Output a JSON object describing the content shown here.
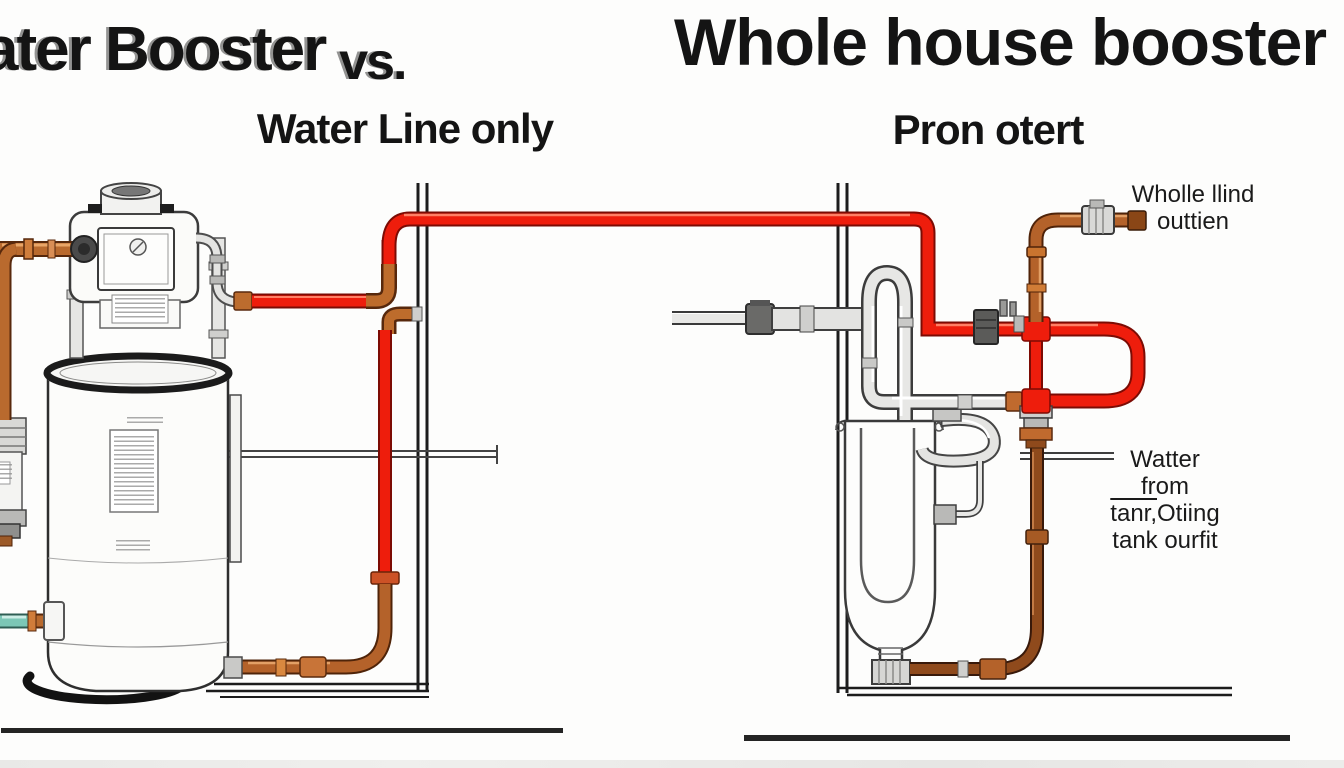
{
  "titles": {
    "left_main": "ater Booster",
    "left_vs": "vs.",
    "left_sub": "Water Line only",
    "right_main": "Whole house booster",
    "right_sub": "Pron otert"
  },
  "labels": {
    "outlet": {
      "line1": "Wholle llind",
      "line2": "outtien"
    },
    "tank": {
      "line1": "Watter",
      "line2": "from",
      "line3_a": "tanr,",
      "line3_b": "Otiing",
      "line4": "tank ourfit"
    }
  },
  "colors": {
    "pipe_red": "#ee1d0c",
    "pipe_red_dark": "#7c0b04",
    "copper": "#b4622a",
    "copper_dark": "#4f2309",
    "copper_deep": "#8f4a1c",
    "gray_pipe": "#e6e6e4",
    "teal_pipe": "#7cc7b6",
    "wall_line": "#1c1c1c",
    "text": "#141414"
  }
}
